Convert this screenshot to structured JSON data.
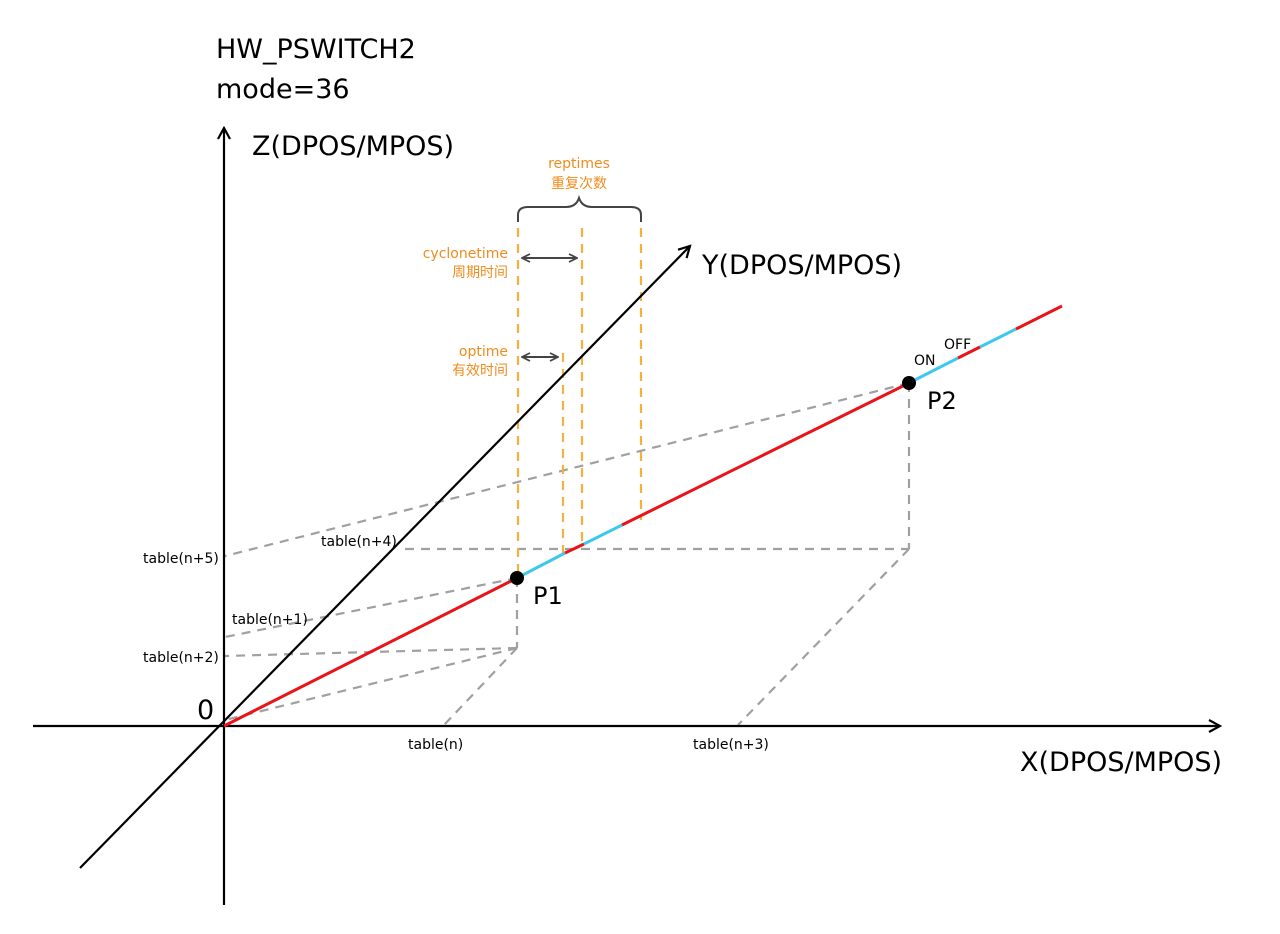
{
  "title": {
    "line1": "HW_PSWITCH2",
    "line2": "mode=36"
  },
  "axes": {
    "z_label": "Z(DPOS/MPOS)",
    "y_label": "Y(DPOS/MPOS)",
    "x_label": "X(DPOS/MPOS)",
    "origin_label": "0"
  },
  "points": {
    "p1": "P1",
    "p2": "P2"
  },
  "table_labels": {
    "t_n": "table(n)",
    "t_n1": "table(n+1)",
    "t_n2": "table(n+2)",
    "t_n3": "table(n+3)",
    "t_n4": "table(n+4)",
    "t_n5": "table(n+5)"
  },
  "annotations": {
    "reptimes_en": "reptimes",
    "reptimes_cn": "重复次数",
    "cyclonetime_en": "cyclonetime",
    "cyclonetime_cn": "周期时间",
    "optime_en": "optime",
    "optime_cn": "有效时间",
    "on": "ON",
    "off": "OFF"
  },
  "colors": {
    "axis": "#000000",
    "path_red": "#e8141a",
    "path_cyan": "#3ec8f0",
    "guide_gray": "#a0a0a0",
    "guide_orange": "#f5b041",
    "label_orange": "#f08c1e",
    "bracket": "#444444"
  }
}
